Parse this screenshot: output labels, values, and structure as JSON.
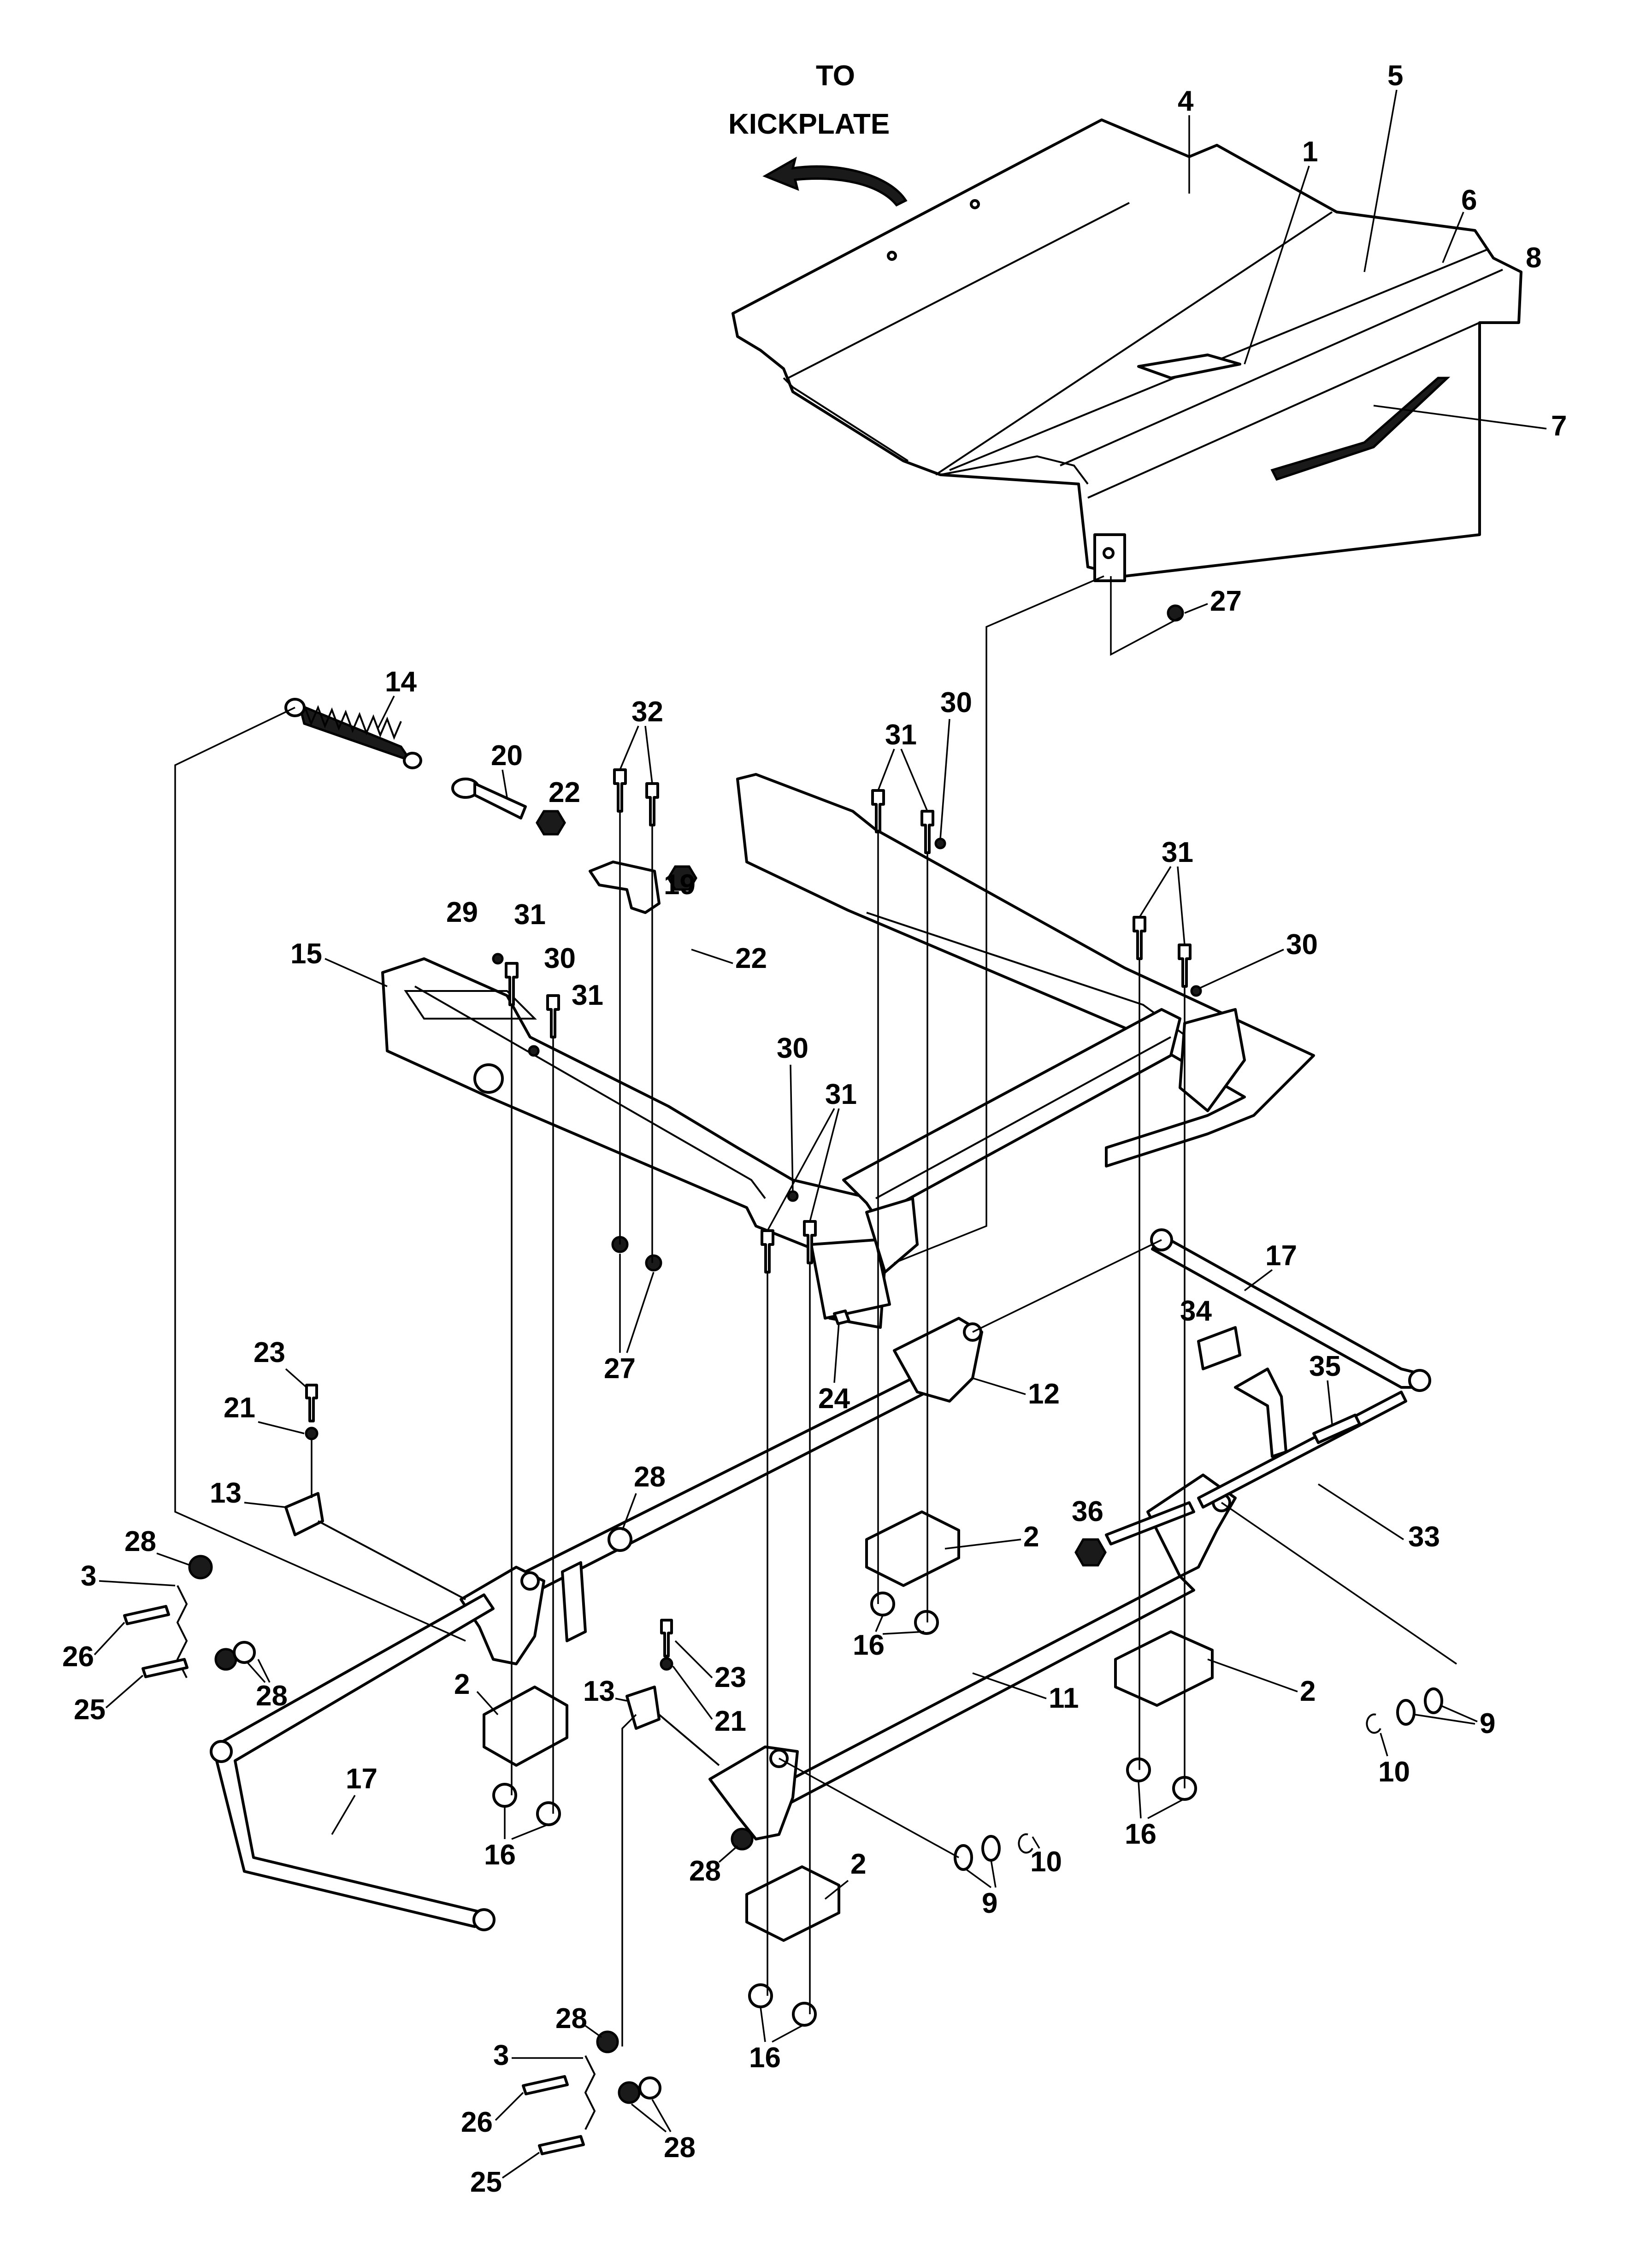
{
  "note": {
    "line1": "TO",
    "line2": "KICKPLATE"
  },
  "callouts": {
    "c1": "1",
    "c2a": "2",
    "c2b": "2",
    "c2c": "2",
    "c2d": "2",
    "c3a": "3",
    "c3b": "3",
    "c4": "4",
    "c5": "5",
    "c6": "6",
    "c7": "7",
    "c8": "8",
    "c9a": "9",
    "c9b": "9",
    "c10a": "10",
    "c10b": "10",
    "c11": "11",
    "c12": "12",
    "c13a": "13",
    "c13b": "13",
    "c14": "14",
    "c15": "15",
    "c16a": "16",
    "c16b": "16",
    "c16c": "16",
    "c16d": "16",
    "c17a": "17",
    "c17b": "17",
    "c19": "19",
    "c20": "20",
    "c21a": "21",
    "c21b": "21",
    "c22a": "22",
    "c22b": "22",
    "c23a": "23",
    "c23b": "23",
    "c24": "24",
    "c25a": "25",
    "c25b": "25",
    "c26a": "26",
    "c26b": "26",
    "c27a": "27",
    "c27b": "27",
    "c28a": "28",
    "c28b": "28",
    "c28c": "28",
    "c28d": "28",
    "c28e": "28",
    "c28f": "28",
    "c29": "29",
    "c30a": "30",
    "c30b": "30",
    "c30c": "30",
    "c30d": "30",
    "c31a": "31",
    "c31b": "31",
    "c31c": "31",
    "c31d": "31",
    "c31e": "31",
    "c32": "32",
    "c33": "33",
    "c34": "34",
    "c35": "35",
    "c36": "36"
  }
}
